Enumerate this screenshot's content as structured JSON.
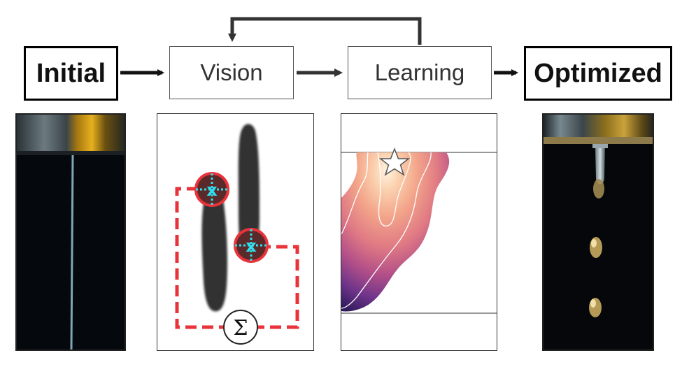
{
  "boxes": {
    "initial": "Initial",
    "vision": "Vision",
    "learning": "Learning",
    "optimized": "Optimized"
  },
  "vision_panel": {
    "sum_symbol": "Σ"
  },
  "colors": {
    "loop_red": "#e8333a",
    "marker_cyan": "#2fe0ee",
    "arrow": "#111111",
    "arrow_gray": "#333333"
  }
}
